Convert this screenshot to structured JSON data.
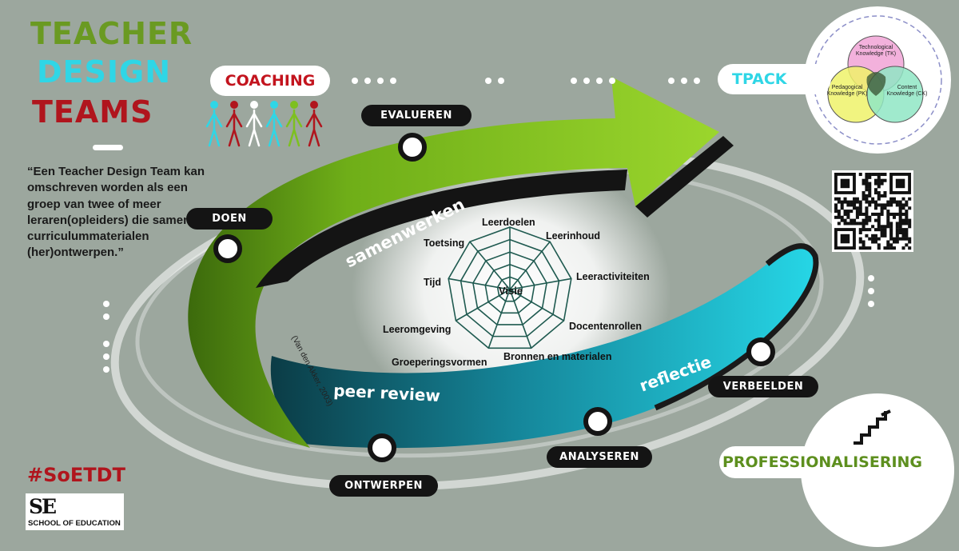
{
  "title": {
    "line1": "TEACHER",
    "line2": "DESIGN",
    "line3": "TEAMS"
  },
  "quote": "“Een Teacher Design Team kan omschreven worden als een groep van twee of meer leraren(opleiders) die samen curriculummaterialen (her)ontwerpen.”",
  "labels": {
    "coaching": "COACHING",
    "tpack": "TPACK",
    "professionalisering": "PROFESSIONALISERING"
  },
  "cycle_steps": {
    "evalueren": "EVALUEREN",
    "doen": "DOEN",
    "ontwerpen": "ONTWERPEN",
    "analyseren": "ANALYSEREN",
    "verbeelden": "VERBEELDEN"
  },
  "arrow_words": {
    "samenwerken": "samenwerken",
    "reflectie": "reflectie",
    "peer_review": "peer review"
  },
  "spider_web": {
    "center": "Visie",
    "items": [
      "Leerdoelen",
      "Leerinhoud",
      "Leeractiviteiten",
      "Docentenrollen",
      "Bronnen en materialen",
      "Groeperingsvormen",
      "Leeromgeving",
      "Tijd",
      "Toetsing"
    ]
  },
  "citation": "(Van den Akker, 2003)",
  "tpack": {
    "tk": "Technological Knowledge (TK)",
    "pk": "Pedagogical Knowledge (PK)",
    "ck": "Content Knowledge (CK)"
  },
  "hashtag": "#SoETDT",
  "logo": {
    "mark": "SE",
    "text": "SCHOOL OF EDUCATION"
  },
  "colors": {
    "green": "#7dc020",
    "teal": "#16aabb",
    "red": "#b0151d",
    "cyan": "#2fd6e6",
    "background": "#9ca79e"
  }
}
